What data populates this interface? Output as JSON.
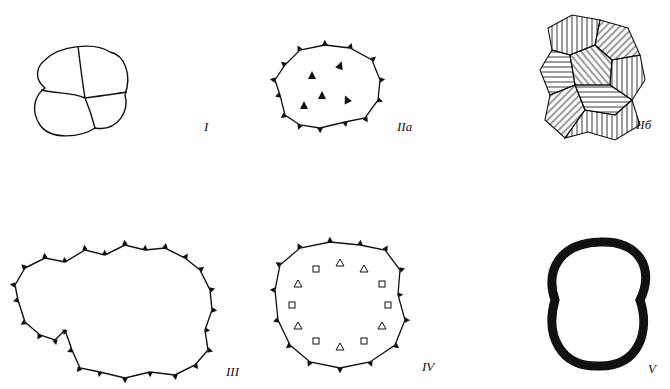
{
  "diagram": {
    "labels": [
      "I",
      "IIa",
      "IIб",
      "III",
      "IV",
      "V"
    ]
  }
}
